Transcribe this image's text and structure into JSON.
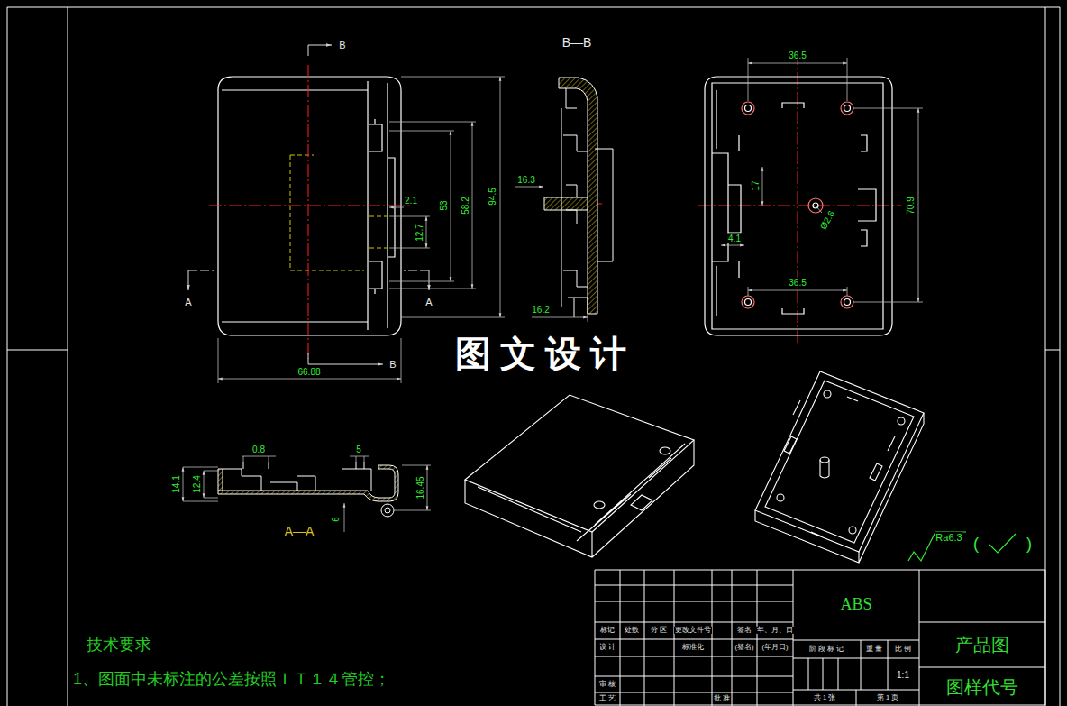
{
  "diagram": {
    "nodes": [
      {
        "text": [
          "ABS"
        ]
      },
      {
        "text": [
          "产品图"
        ]
      },
      {
        "text": [
          "图样代号"
        ]
      }
    ],
    "labels": [
      "B",
      "B",
      "A",
      "A",
      "94.5",
      "58.2",
      "53",
      "2.1",
      "12.7",
      "66.88",
      "B—B",
      "16.3",
      "16.2",
      "36.5",
      "36.5",
      "17",
      "4.1",
      "70.9",
      "Ø2.6",
      "0.8",
      "5",
      "14.1",
      "12.4",
      "16.45",
      "6",
      "A—A",
      "图 文 设 计",
      "Ra6.3",
      "(",
      ")",
      "技术要求",
      "1、图面中未标注的公差按照ＩＴ１４管控；",
      "标记",
      "处数",
      "分 区",
      "更改文件号",
      "签名",
      "年、月、日",
      "设 计",
      "标准化",
      "(签名)",
      "(年月日)",
      "审 核",
      "工 艺",
      "批 准",
      "阶 段 标 记",
      "重 量",
      "比 例",
      "1:1",
      "共 1 张",
      "第 1 页"
    ]
  }
}
